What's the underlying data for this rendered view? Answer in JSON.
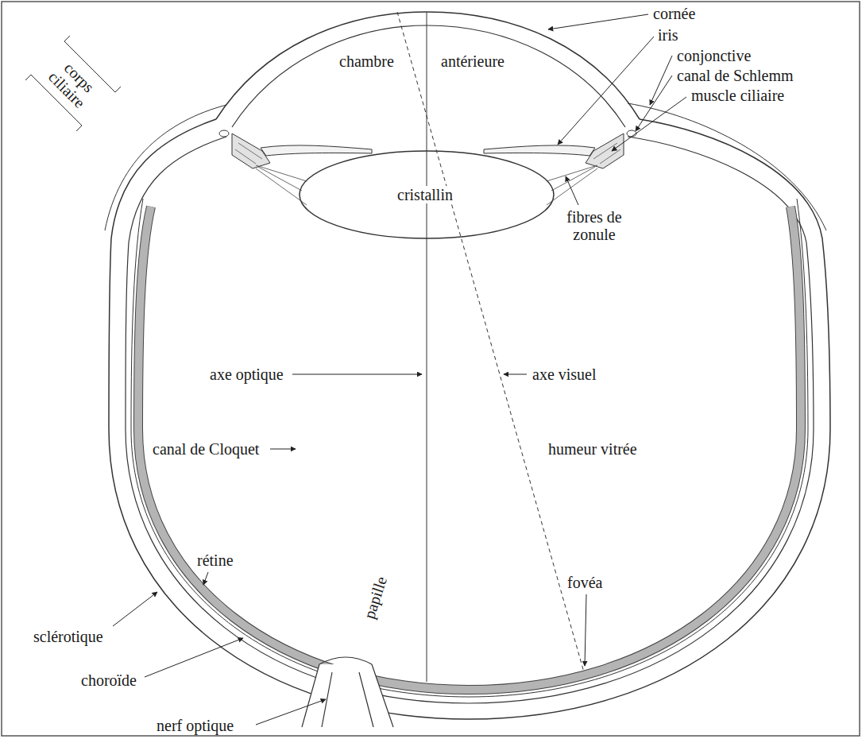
{
  "diagram": {
    "labels": [
      "cornée",
      "iris",
      "conjonctive",
      "canal de Schlemm",
      "muscle ciliaire",
      "corps ciliaire",
      "chambre",
      "antérieure",
      "cristallin",
      "fibres de zonule",
      "axe optique",
      "axe visuel",
      "canal de Cloquet",
      "humeur vitrée",
      "rétine",
      "papille",
      "sclérotique",
      "choroïde",
      "fovéa",
      "nerf optique"
    ]
  }
}
